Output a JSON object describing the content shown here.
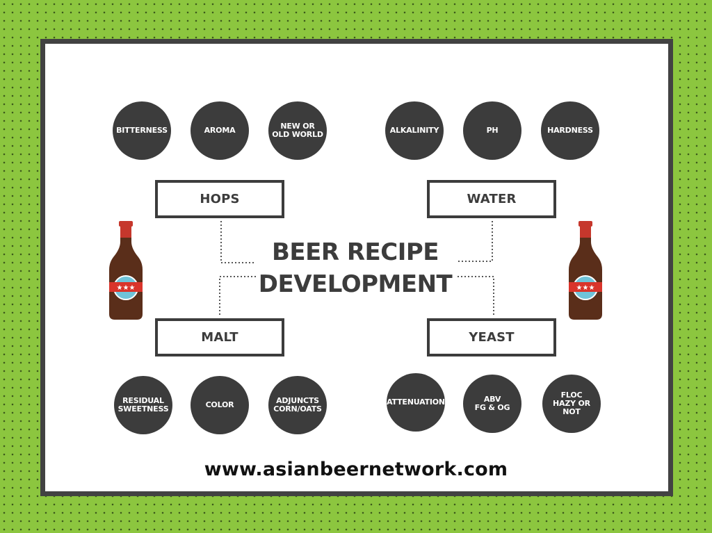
{
  "title": {
    "line1": "BEER RECIPE",
    "line2": "DEVELOPMENT"
  },
  "website": "www.asianbeernetwork.com",
  "colors": {
    "background": "#8cc63f",
    "dark": "#3c3c3c",
    "bottle": "#5a2e1a",
    "label_band": "#d9342b",
    "label_disc": "#6fc3d9"
  },
  "categories": {
    "hops": {
      "label": "HOPS",
      "attributes": [
        "BITTERNESS",
        "AROMA",
        "NEW OR\nOLD WORLD"
      ]
    },
    "water": {
      "label": "WATER",
      "attributes": [
        "ALKALINITY",
        "PH",
        "HARDNESS"
      ]
    },
    "malt": {
      "label": "MALT",
      "attributes": [
        "RESIDUAL\nSWEETNESS",
        "COLOR",
        "ADJUNCTS\nCORN/OATS"
      ]
    },
    "yeast": {
      "label": "YEAST",
      "attributes": [
        "ATTENUATION",
        "ABV\nFG & OG",
        "FLOC\nHAZY OR\nNOT"
      ]
    }
  },
  "icons": {
    "left_bottle": "beer-bottle-icon",
    "right_bottle": "beer-bottle-icon"
  }
}
